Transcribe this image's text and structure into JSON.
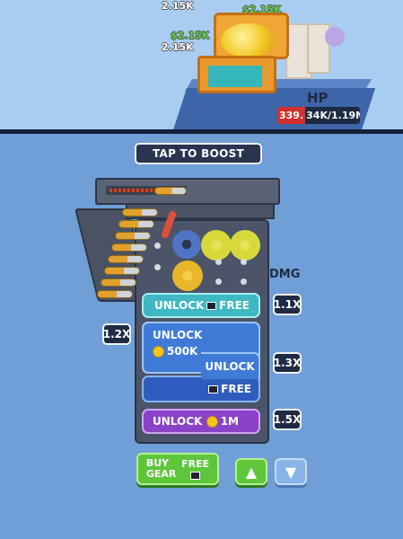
{
  "scene": {
    "floating_values": [
      "2.15K",
      "$2.15K",
      "2.15K",
      "$2.15K"
    ],
    "hp_label": "HP",
    "hp_current": "339.",
    "hp_rest": "34K/1.19M"
  },
  "boost_label": "TAP TO BOOST",
  "dmg_label": "DMG",
  "slots": {
    "slot1_label": "UNLOCK",
    "slot1_cost": "FREE",
    "slot1_mult": "1.1X",
    "slot2_label": "UNLOCK",
    "slot2_cost": "500K",
    "slot2_mult": "1.2X",
    "slot3_label": "UNLOCK",
    "slot3_cost": "FREE",
    "slot3_mult": "1.3X",
    "slot4_label": "UNLOCK",
    "slot4_cost": "1M",
    "slot4_mult": "1.5X"
  },
  "buy_gear": {
    "line1": "BUY",
    "line2": "GEAR",
    "free": "FREE"
  },
  "nav": {
    "up_icon": "chevron-up",
    "down_icon": "chevron-down"
  },
  "colors": {
    "accent_green": "#5fc63c",
    "slot_teal": "#3eb8c3",
    "slot_blue": "#3f7bd6",
    "slot_purple": "#8a42c8",
    "hp_red": "#d2302c"
  }
}
